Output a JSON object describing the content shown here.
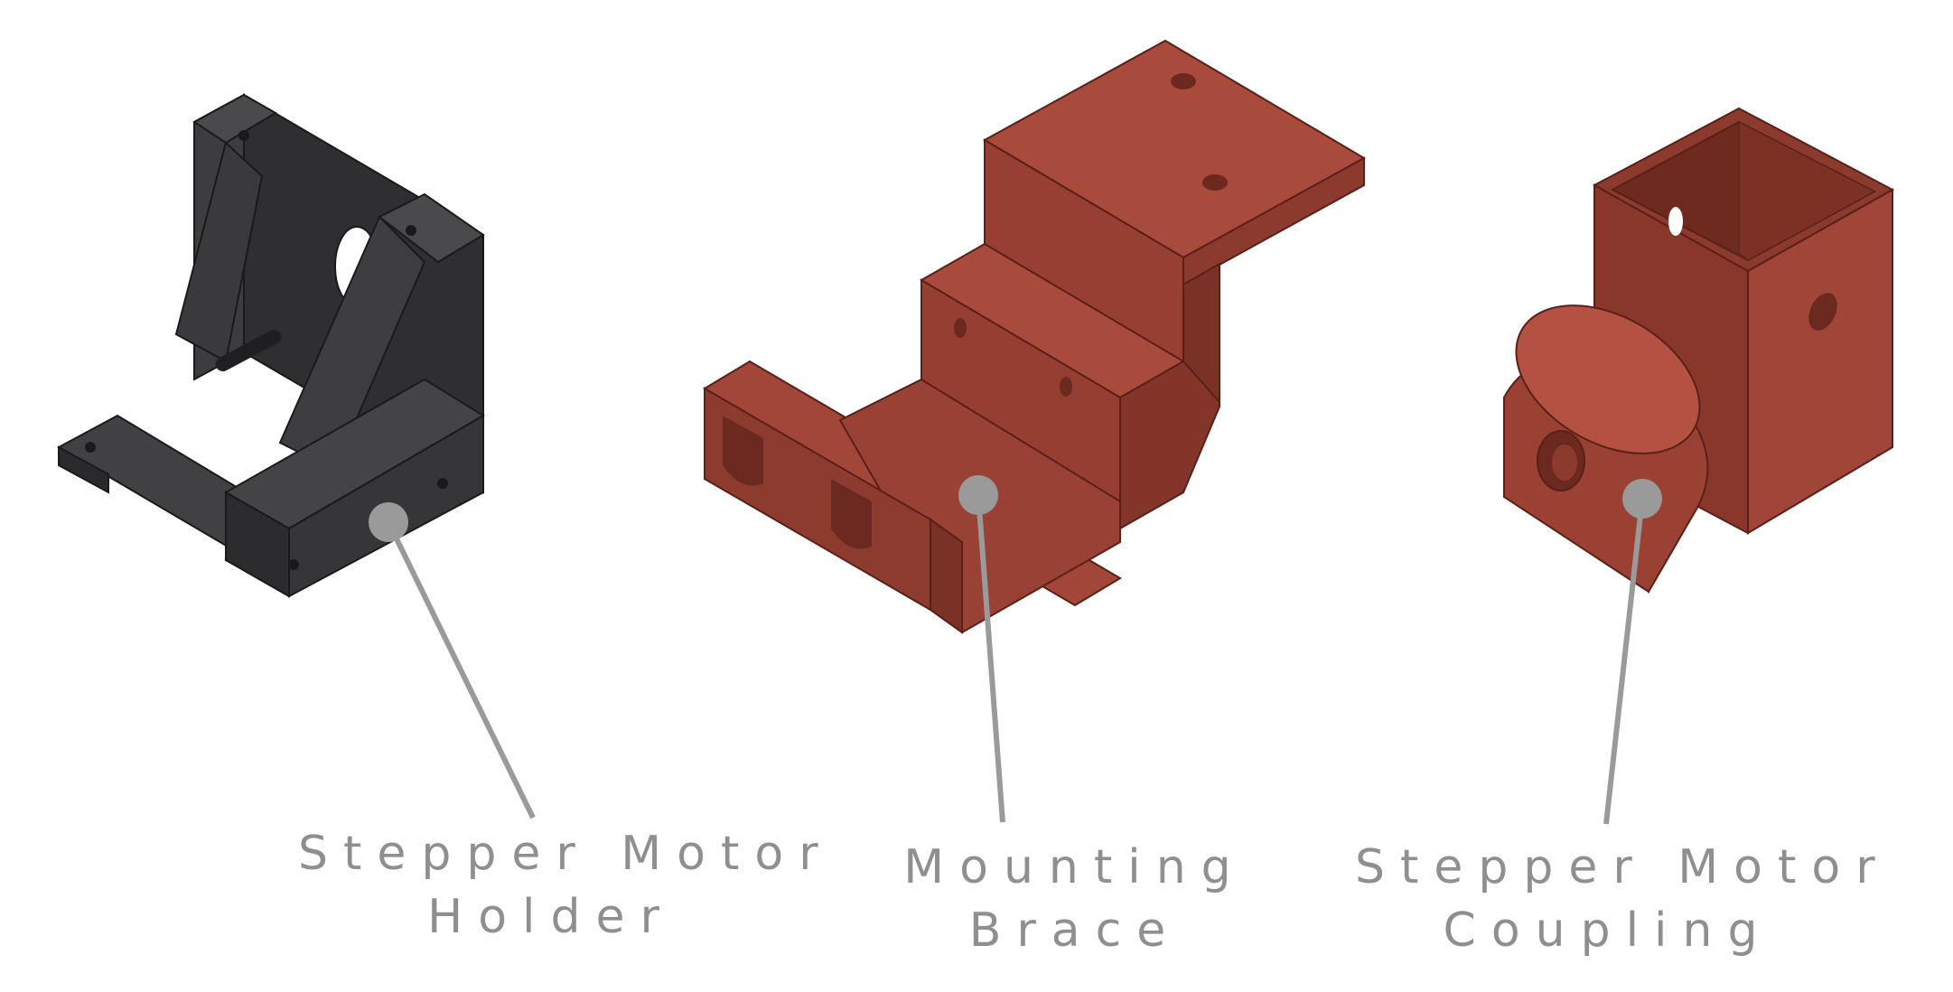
{
  "parts": [
    {
      "name": "stepper-motor-holder",
      "label_lines": [
        "Stepper Motor",
        "Holder"
      ],
      "color": "#3b3b3d"
    },
    {
      "name": "mounting-brace",
      "label_lines": [
        "Mounting",
        "Brace"
      ],
      "color": "#a84a3b"
    },
    {
      "name": "stepper-motor-coupling",
      "label_lines": [
        "Stepper Motor",
        "Coupling"
      ],
      "color": "#a84a3b"
    }
  ],
  "callout_color": "#9a9a9a",
  "label_color": "#8f8f8f"
}
